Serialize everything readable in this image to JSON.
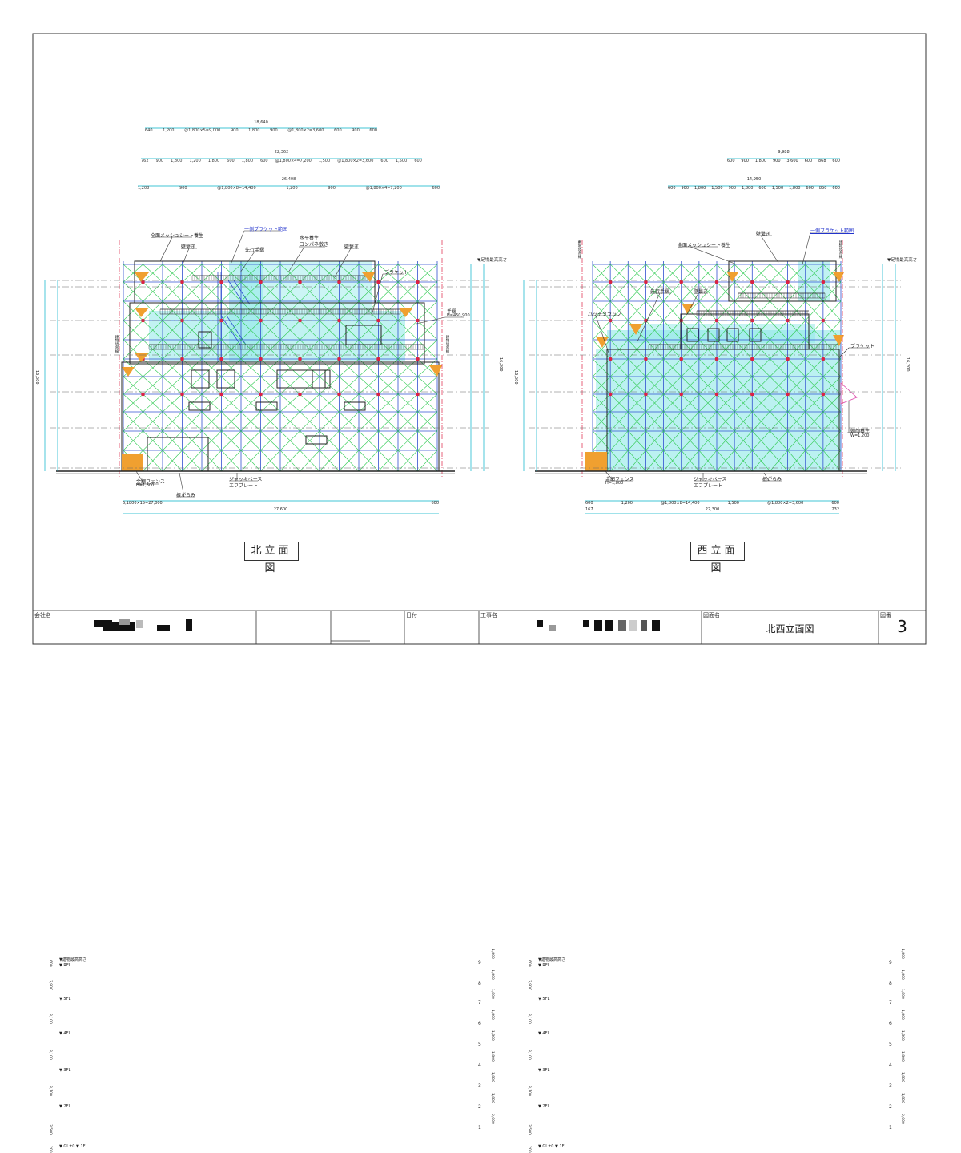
{
  "north": {
    "view_title": "北立面図",
    "dims_top": {
      "row1_total": "18,640",
      "row1": [
        "640",
        "1,200",
        "@1,800×5=9,000",
        "900",
        "1,800",
        "900",
        "@1,800×2=3,600",
        "600",
        "900",
        "600"
      ],
      "row2_total": "22,362",
      "row2": [
        "762",
        "900",
        "1,800",
        "1,200",
        "1,800",
        "600",
        "1,800",
        "600",
        "@1,800×4=7,200",
        "1,500",
        "@1,800×2=3,600",
        "600",
        "1,500",
        "600"
      ],
      "row3_total": "26,408",
      "row3": [
        "1,208",
        "900",
        "@1,800×8=14,400",
        "1,200",
        "900",
        "@1,800×4=7,200",
        "600"
      ]
    },
    "callouts": {
      "mesh_sheet": "全面メッシュシート養生",
      "bracket_range": "一側ブラケット範囲",
      "tsunagi": "壁繋ぎ",
      "tsunagi2": "壁繋ぎ",
      "sakiyuki": "先行手摺",
      "horizontal": "水平養生",
      "compa": "コンパネ敷き",
      "bracket": "ブラケット",
      "tesuri": "手摺",
      "tesuri_h": "H=450,900",
      "fence": "金網フェンス",
      "fence_h": "H=1,800",
      "negarami": "根がらみ",
      "jack": "ジャッキベース",
      "endplate": "エフプレート"
    },
    "floors": [
      "▼建物最高高さ",
      "▼ RFL",
      "▼ 5FL",
      "▼ 4FL",
      "▼ 3FL",
      "▼ 2FL",
      "▼ GL±0 ▼ 1FL"
    ],
    "left_dims": [
      "600",
      "2,900",
      "3,100",
      "3,100",
      "3,100",
      "3,500",
      "200"
    ],
    "left_total": "16,500",
    "side_note_left": "建物境界線",
    "side_note_right": "建物境界線",
    "right_header": "▼足場最高高さ",
    "right_levels": [
      "9",
      "8",
      "7",
      "6",
      "5",
      "4",
      "3",
      "2",
      "1"
    ],
    "right_dims": [
      "1,800",
      "1,800",
      "1,800",
      "1,800",
      "1,800",
      "1,800",
      "1,800",
      "1,800",
      "2,000"
    ],
    "right_total": "16,200",
    "dims_bottom": {
      "row1": [
        "6,1800×15=27,000",
        "600"
      ],
      "row2": "27,600"
    }
  },
  "west": {
    "view_title": "西立面図",
    "dims_top": {
      "row1_total": "9,988",
      "row1": [
        "600",
        "900",
        "1,800",
        "900",
        "3,600",
        "600",
        "868",
        "600"
      ],
      "row2_total": "14,950",
      "row2": [
        "600",
        "900",
        "1,800",
        "1,500",
        "900",
        "1,800",
        "600",
        "1,500",
        "1,800",
        "600",
        "850",
        "600"
      ]
    },
    "callouts": {
      "mesh_sheet": "全面メッシュシート養生",
      "tsunagi": "壁繋ぎ",
      "bracket_range": "一側ブラケット範囲",
      "sakiyuki": "先行手摺",
      "tsunagi2": "壁繋ぎ",
      "hatch": "ハッチタラップ",
      "bracket": "ブラケット",
      "asagao": "朝顔養生",
      "asagao_w": "W=1,200",
      "fence": "金網フェンス",
      "fence_h": "H=1,800",
      "jack": "ジャッキベース",
      "endplate": "エフプレート",
      "negarami": "根がらみ"
    },
    "floors": [
      "▼建物最高高さ",
      "▼ RFL",
      "▼ 5FL",
      "▼ 4FL",
      "▼ 3FL",
      "▼ 2FL",
      "▼ GL±0 ▼ 1FL"
    ],
    "left_dims": [
      "600",
      "2,900",
      "3,100",
      "3,100",
      "3,100",
      "3,500",
      "200"
    ],
    "left_total": "16,500",
    "side_note": "敷地境界線",
    "side_note_right": "建物境界線",
    "right_header": "▼足場最高高さ",
    "right_levels": [
      "9",
      "8",
      "7",
      "6",
      "5",
      "4",
      "3",
      "2",
      "1"
    ],
    "right_dims": [
      "1,800",
      "1,800",
      "1,800",
      "1,800",
      "1,800",
      "1,800",
      "1,800",
      "1,800",
      "2,000"
    ],
    "right_total": "16,200",
    "dims_bottom": {
      "row1": [
        "600",
        "1,200",
        "@1,800×8=14,400",
        "1,500",
        "@1,800×2=3,600",
        "600"
      ],
      "row2": [
        "167",
        "22,300",
        "232"
      ]
    }
  },
  "title_block": {
    "company_label": "会社名",
    "date_label": "日付",
    "project_label": "工事名",
    "drawing_name_label": "図面名",
    "drawing_name": "北西立面図",
    "drawing_no_label": "図番",
    "drawing_no": "3"
  },
  "colors": {
    "frame": "#333333",
    "scaffold_blue": "#3050d0",
    "brace_green": "#33cc55",
    "net_cyan": "#66dddd",
    "red_post": "#dd2244",
    "bracket_orange": "#f0a030",
    "dim_cyan": "#00b0c8"
  }
}
